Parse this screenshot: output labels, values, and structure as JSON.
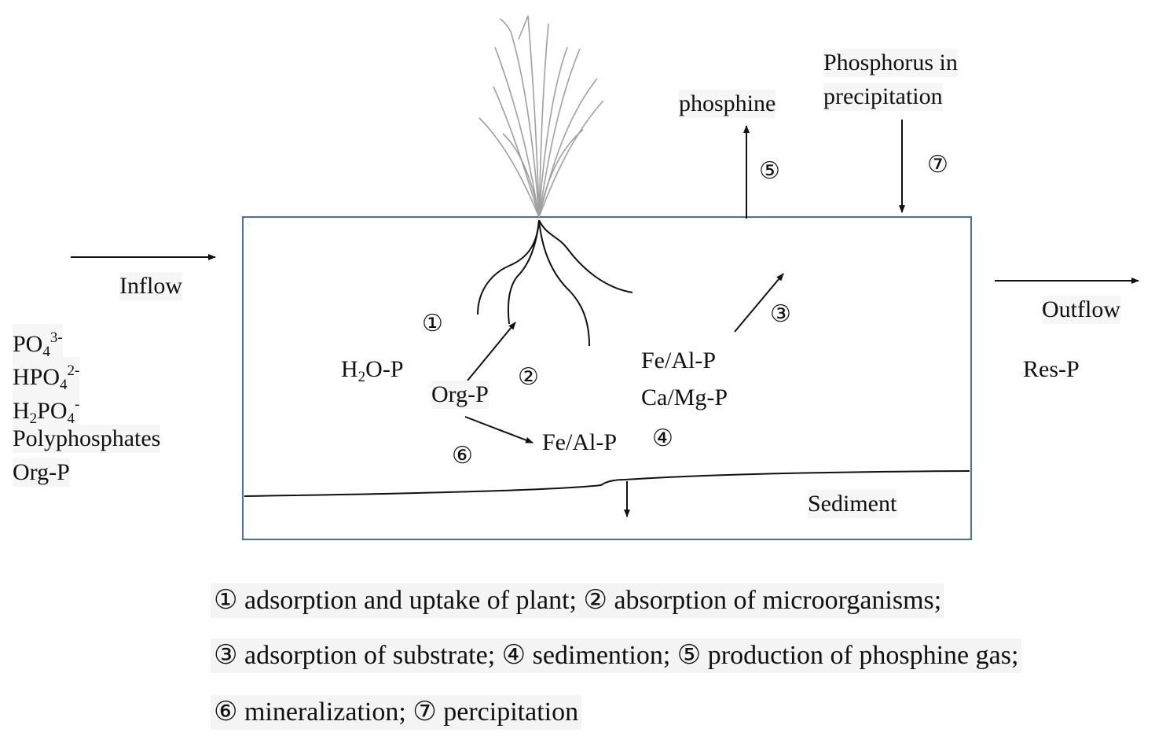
{
  "labels": {
    "inflow": "Inflow",
    "outflow": "Outflow",
    "phosphine": "phosphine",
    "phosphorus_precip_line1": "Phosphorus in",
    "phosphorus_precip_line2": "precipitation",
    "res_p": "Res-P",
    "sediment": "Sediment",
    "h2o_p": {
      "pre": "H",
      "sub": "2",
      "post": "O-P"
    },
    "org_p_center": "Org-P",
    "fe_al_p_mid": "Fe/Al-P",
    "fe_al_p_right": "Fe/Al-P",
    "ca_mg_p": "Ca/Mg-P"
  },
  "inflow_species": {
    "po4": {
      "base": "PO",
      "sub": "4",
      "sup": "3-"
    },
    "hpo4": {
      "base": "HPO",
      "sub": "4",
      "sup": "2-"
    },
    "h2po4": {
      "pre": "H",
      "sub1": "2",
      "mid": "PO",
      "sub2": "4",
      "sup": "-"
    },
    "polyphosphates": "Polyphosphates",
    "org_p": "Org-P"
  },
  "process_markers": {
    "p1": "①",
    "p2": "②",
    "p3": "③",
    "p4": "④",
    "p5": "⑤",
    "p6": "⑥",
    "p7": "⑦"
  },
  "legend": {
    "line1": "① adsorption and uptake of plant; ② absorption of microorganisms;",
    "line2": "③ adsorption of substrate; ④ sedimention; ⑤ production of phosphine gas;",
    "line3": "⑥ mineralization; ⑦ percipitation"
  },
  "colors": {
    "box_border": "#4a6fa5",
    "line": "#111111",
    "plant": "#9a9a9a"
  }
}
